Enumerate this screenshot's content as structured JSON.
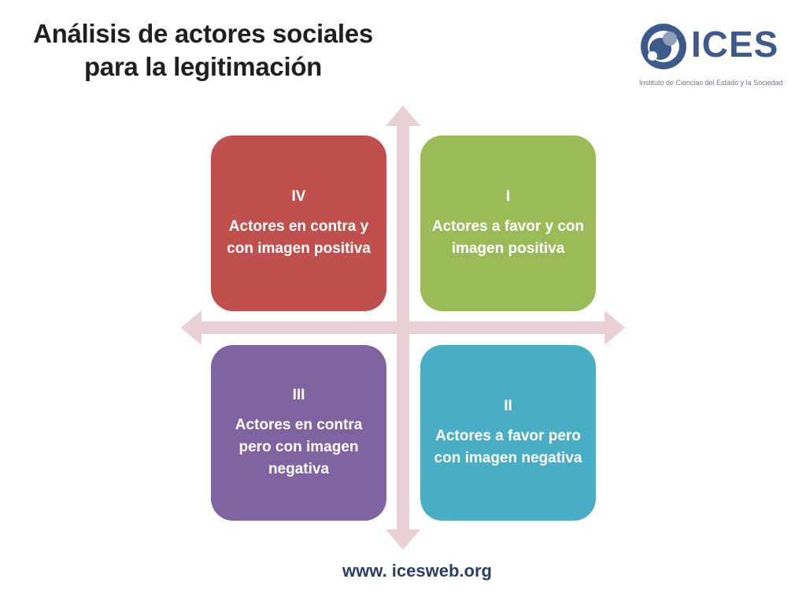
{
  "title": {
    "line1": "Análisis de actores sociales",
    "line2": "para la legitimación"
  },
  "logo": {
    "word": "ICES",
    "subtitle": "Instituto de Ciencias del Estado y la Sociedad",
    "colors": {
      "primary": "#3d5a8a",
      "secondary": "#8fa0bb"
    }
  },
  "colors": {
    "axis": "#e8cfd3",
    "quadrant_iv": "#c0504d",
    "quadrant_i": "#9bbb59",
    "quadrant_iii": "#8064a2",
    "quadrant_ii": "#4bacc6"
  },
  "quadrants": {
    "iv": {
      "numeral": "IV",
      "text": "Actores en contra y con imagen positiva"
    },
    "i": {
      "numeral": "I",
      "text": "Actores a favor y con imagen positiva"
    },
    "iii": {
      "numeral": "III",
      "text": "Actores en contra pero con imagen negativa"
    },
    "ii": {
      "numeral": "II",
      "text": "Actores a favor pero con imagen negativa"
    }
  },
  "footer": {
    "url": "www. icesweb.org"
  }
}
